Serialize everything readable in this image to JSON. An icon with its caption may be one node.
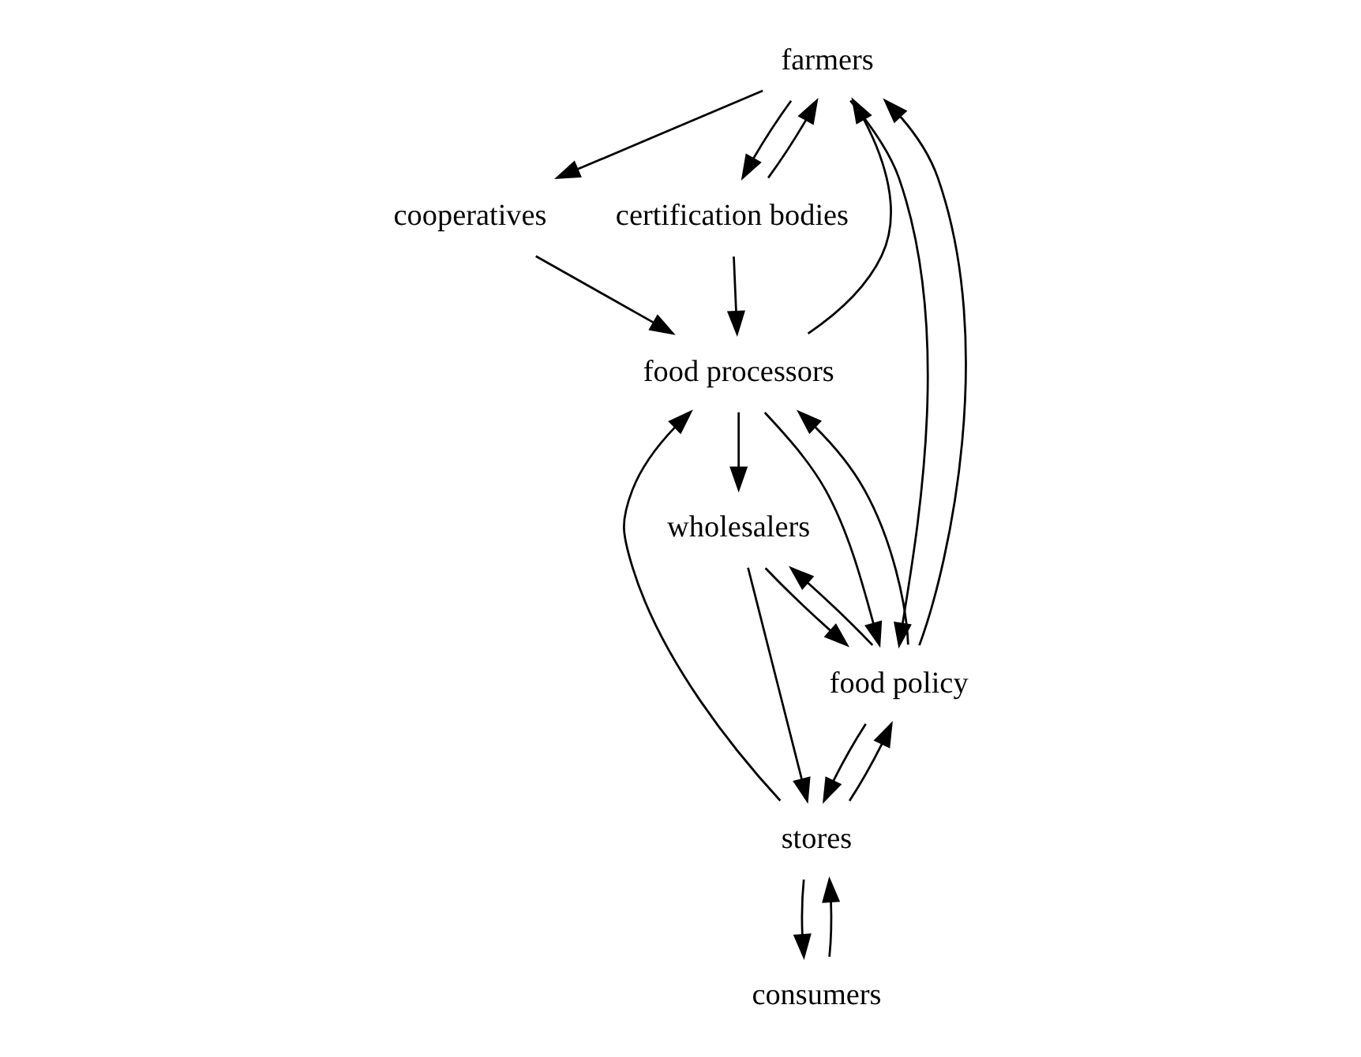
{
  "diagram": {
    "nodes": [
      {
        "text": [
          "farmers"
        ]
      },
      {
        "text": [
          "cooperatives"
        ]
      },
      {
        "text": [
          "certification bodies"
        ]
      },
      {
        "text": [
          "food processors"
        ]
      },
      {
        "text": [
          "food policy"
        ]
      },
      {
        "text": [
          "wholesalers"
        ]
      },
      {
        "text": [
          "stores"
        ]
      },
      {
        "text": [
          "consumers"
        ]
      }
    ],
    "edges": [
      {
        "from": 0,
        "to": 1,
        "arrow": "to"
      },
      {
        "from": 1,
        "to": 3,
        "arrow": "to"
      },
      {
        "from": 3,
        "to": 0,
        "arrow": "to"
      },
      {
        "from": 2,
        "to": 0,
        "arrow": "to"
      },
      {
        "from": 0,
        "to": 2,
        "arrow": "to"
      },
      {
        "from": 2,
        "to": 3,
        "arrow": "to"
      },
      {
        "from": 0,
        "to": 4,
        "arrow": "to"
      },
      {
        "from": 4,
        "to": 0,
        "arrow": "to"
      },
      {
        "from": 3,
        "to": 4,
        "arrow": "to"
      },
      {
        "from": 4,
        "to": 3,
        "arrow": "to"
      },
      {
        "from": 3,
        "to": 5,
        "arrow": "to"
      },
      {
        "from": 5,
        "to": 4,
        "arrow": "to"
      },
      {
        "from": 4,
        "to": 5,
        "arrow": "to"
      },
      {
        "from": 5,
        "to": 6,
        "arrow": "to"
      },
      {
        "from": 6,
        "to": 3,
        "arrow": "to"
      },
      {
        "from": 6,
        "to": 4,
        "arrow": "to"
      },
      {
        "from": 4,
        "to": 6,
        "arrow": "to"
      },
      {
        "from": 6,
        "to": 7,
        "arrow": "to"
      },
      {
        "from": 7,
        "to": 6,
        "arrow": "to"
      }
    ]
  }
}
